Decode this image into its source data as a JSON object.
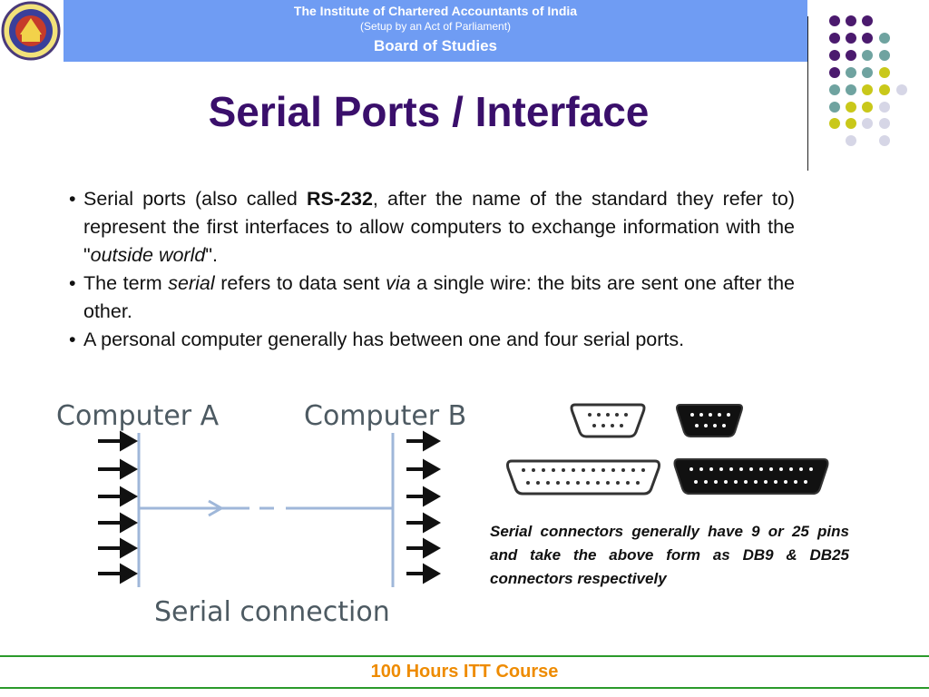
{
  "header": {
    "org": "The Institute of Chartered Accountants of India",
    "setup": "(Setup by an Act of Parliament)",
    "board": "Board of Studies"
  },
  "title": "Serial Ports / Interface",
  "bullets": {
    "b1_pre": "Serial ports (also called ",
    "b1_bold": "RS-232",
    "b1_mid": ", after the name of the standard they refer to) represent the first interfaces to allow computers to exchange information with the \"",
    "b1_ital": "outside world",
    "b1_end": "\".",
    "b2_pre": "The term ",
    "b2_ital1": "serial",
    "b2_mid": " refers to data sent ",
    "b2_ital2": "via",
    "b2_end": " a single wire: the bits are sent one after the other.",
    "b3": "A personal computer generally has between one and four serial ports.",
    "marker": "•"
  },
  "diagram": {
    "computer_a": "Computer A",
    "computer_b": "Computer B",
    "caption": "Serial connection"
  },
  "connector_caption": "Serial connectors generally have 9 or 25 pins and take the above form as DB9 & DB25 connectors respectively",
  "footer": "100 Hours ITT Course",
  "colors": {
    "header_bg": "#6f9cf3",
    "title": "#3a0f6b",
    "footer_text": "#ee8b00",
    "footer_rule": "#2b9a2b",
    "dot_purple": "#4b1a6e",
    "dot_teal": "#6fa3a0",
    "dot_yellow": "#c9c81a",
    "dot_lavender": "#d6d6e6"
  },
  "icons": [
    "icai-logo-icon",
    "decorative-dot-grid"
  ]
}
